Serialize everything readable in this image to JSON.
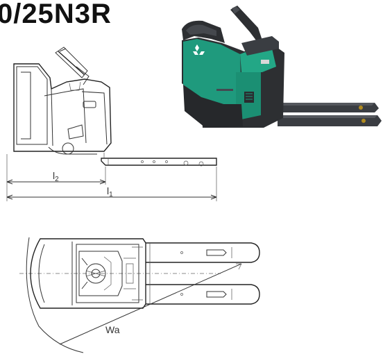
{
  "title": "0/25N3R",
  "dimensions": {
    "l2": {
      "letter": "l",
      "sub": "2"
    },
    "l1": {
      "letter": "l",
      "sub": "1"
    },
    "wa": "Wa"
  },
  "colors": {
    "truck_body": "#1f9a7d",
    "truck_dark": "#2d2f32",
    "line_art": "#333333",
    "brand_mark": "#ffffff"
  },
  "icons": {
    "brand_logo": "mitsubishi-three-diamonds"
  }
}
